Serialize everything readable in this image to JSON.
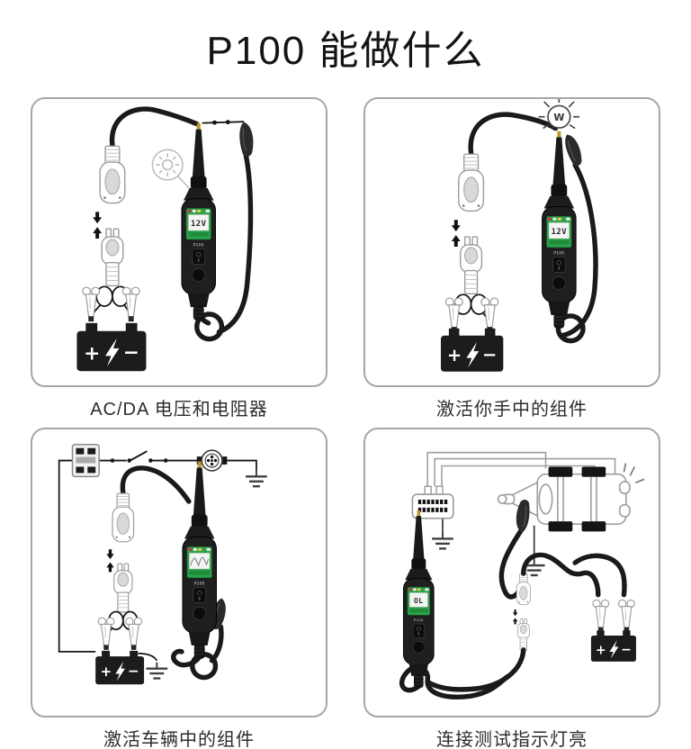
{
  "page": {
    "title": "P100 能做什么"
  },
  "device": {
    "label": "P100"
  },
  "battery": {
    "plus": "+",
    "minus": "−"
  },
  "panels": [
    {
      "caption": "AC/DA 电压和电阻器",
      "screen_value": "12V"
    },
    {
      "caption": "激活你手中的组件",
      "screen_value": "12V",
      "bulb_letter": "W"
    },
    {
      "caption": "激活车辆中的组件",
      "screen_display": "waveform"
    },
    {
      "caption": "连接测试指示灯亮",
      "screen_value": "OL"
    }
  ],
  "colors": {
    "screen_green": "#2ca24a",
    "device_black": "#1f1f1f",
    "panel_border": "#a6a6a6",
    "probe_tip_gold": "#bd962e"
  }
}
